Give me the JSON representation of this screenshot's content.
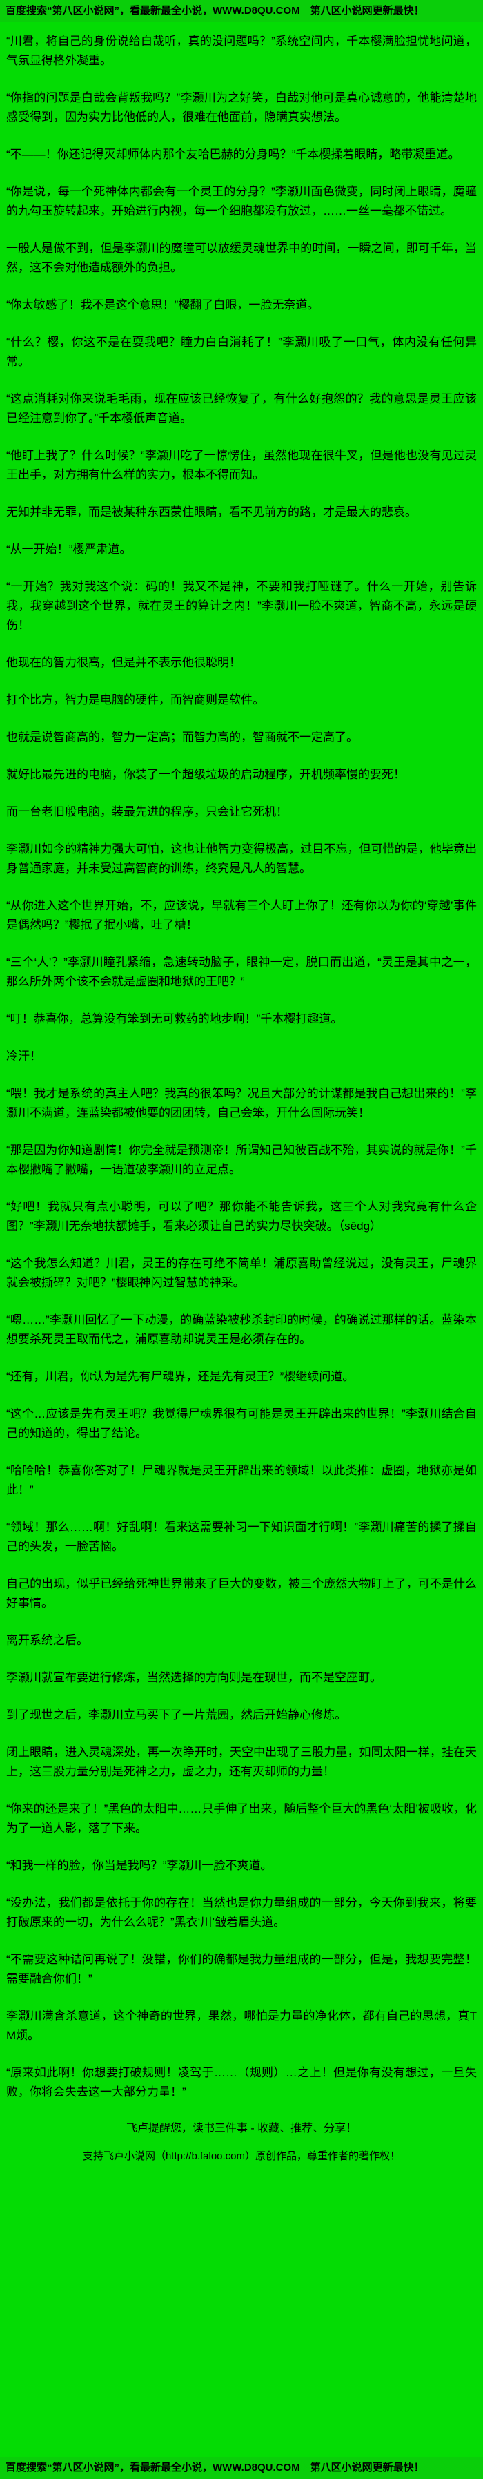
{
  "page": {
    "bg_color": "#04DC04",
    "band_color": "#0ACE0A",
    "text_color": "#000000"
  },
  "header": {
    "text": "百度搜索“第八区小说网”，看最新最全小说，WWW.D8QU.COM　第八区小说网更新最快！"
  },
  "footer": {
    "text": "百度搜索“第八区小说网”，看最新最全小说，WWW.D8QU.COM　第八区小说网更新最快！"
  },
  "notices": {
    "reminder": "飞卢提醒您，读书三件事 - 收藏、推荐、分享！",
    "support": "支持飞卢小说网（http://b.faloo.com）原创作品，尊重作者的著作权！"
  },
  "content": {
    "paragraphs": [
      "“川君，将自己的身份说给白哉听，真的没问题吗？”系统空间内，千本樱满脸担忧地问道，气氛显得格外凝重。",
      "“你指的问题是白哉会背叛我吗？”李灏川为之好笑，白哉对他可是真心诚意的，他能清楚地感受得到，因为实力比他低的人，很难在他面前，隐瞒真实想法。",
      "“不——！你还记得灭却师体内那个友哈巴赫的分身吗？”千本樱揉着眼睛，略带凝重道。",
      "“你是说，每一个死神体内都会有一个灵王的分身？”李灏川面色微变，同时闭上眼睛，魔瞳的九勾玉旋转起来，开始进行内视，每一个细胞都没有放过，……一丝一毫都不错过。",
      "一般人是做不到，但是李灏川的魔瞳可以放缓灵魂世界中的时间，一瞬之间，即可千年，当然，这不会对他造成额外的负担。",
      "“你太敏感了！我不是这个意思！”樱翻了白眼，一脸无奈道。",
      "“什么？樱，你这不是在耍我吧？瞳力白白消耗了！”李灏川吸了一口气，体内没有任何异常。",
      "“这点消耗对你来说毛毛雨，现在应该已经恢复了，有什么好抱怨的？我的意思是灵王应该已经注意到你了。”千本樱低声音道。",
      "“他盯上我了？什么时候？”李灏川吃了一惊愣住，虽然他现在很牛叉，但是他也没有见过灵王出手，对方拥有什么样的实力，根本不得而知。",
      "无知并非无罪，而是被某种东西蒙住眼睛，看不见前方的路，才是最大的悲哀。",
      "“从一开始！”樱严肃道。",
      "“一开始？我对我这个说：码的！我又不是神，不要和我打哑谜了。什么一开始，别告诉我，我穿越到这个世界，就在灵王的算计之内！”李灏川一脸不爽道，智商不高，永远是硬伤！",
      "他现在的智力很高，但是并不表示他很聪明！",
      "打个比方，智力是电脑的硬件，而智商则是软件。",
      "也就是说智商高的，智力一定高；而智力高的，智商就不一定高了。",
      "就好比最先进的电脑，你装了一个超级垃圾的启动程序，开机频率慢的要死！",
      "而一台老旧般电脑，装最先进的程序，只会让它死机！",
      "李灏川如今的精神力强大可怕，这也让他智力变得极高，过目不忘，但可惜的是，他毕竟出身普通家庭，并未受过高智商的训练，终究是凡人的智慧。",
      "“从你进入这个世界开始，不，应该说，早就有三个人盯上你了！还有你以为你的‘穿越’事件是偶然吗？”樱抿了抿小嘴，吐了槽！",
      "“三个‘人’？”李灏川瞳孔紧缩，急速转动脑子，眼神一定，脱口而出道，“灵王是其中之一，那么所外两个该不会就是虚圈和地狱的王吧？”",
      "“叮！恭喜你，总算没有笨到无可救药的地步啊！”千本樱打趣道。",
      "冷汗！",
      "“喂！我才是系统的真主人吧？我真的很笨吗？况且大部分的计谋都是我自己想出来的！”李灏川不满道，连蓝染都被他耍的团团转，自己会笨，开什么国际玩笑！",
      "“那是因为你知道剧情！你完全就是预测帝！所谓知己知彼百战不殆，其实说的就是你！”千本樱撇嘴了撇嘴，一语道破李灏川的立足点。",
      "“好吧！我就只有点小聪明，可以了吧？那你能不能告诉我，这三个人对我究竟有什么企图？”李灏川无奈地扶额摊手，看来必须让自己的实力尽快突破。（sēdg）",
      "“这个我怎么知道？川君，灵王的存在可绝不简单！浦原喜助曾经说过，没有灵王，尸魂界就会被撕碎？对吧？”樱眼神闪过智慧的神采。",
      "“嗯……”李灏川回忆了一下动漫，的确蓝染被秒杀封印的时候，的确说过那样的话。蓝染本想要杀死灵王取而代之，浦原喜助却说灵王是必须存在的。",
      "“还有，川君，你认为是先有尸魂界，还是先有灵王？”樱继续问道。",
      "“这个…应该是先有灵王吧？我觉得尸魂界很有可能是灵王开辟出来的世界！”李灏川结合自己的知道的，得出了结论。",
      "“哈哈哈！恭喜你答对了！尸魂界就是灵王开辟出来的领域！以此类推：虚圈，地狱亦是如此！”",
      "“领域！那么……啊！好乱啊！看来这需要补习一下知识面才行啊！”李灏川痛苦的揉了揉自己的头发，一脸苦恼。",
      "自己的出现，似乎已经给死神世界带来了巨大的变数，被三个庞然大物盯上了，可不是什么好事情。",
      "离开系统之后。",
      "李灏川就宣布要进行修炼，当然选择的方向则是在现世，而不是空座町。",
      "到了现世之后，李灏川立马买下了一片荒园，然后开始静心修炼。",
      "闭上眼睛，进入灵魂深处，再一次睁开时，天空中出现了三股力量，如同太阳一样，挂在天上，这三股力量分别是死神之力，虚之力，还有灭却师的力量！",
      "“你来的还是来了！”黑色的太阳中……只手伸了出来，随后整个巨大的黑色‘太阳’被吸收，化为了一道人影，落了下来。",
      "“和我一样的脸，你当是我吗？”李灏川一脸不爽道。",
      "“没办法，我们都是依托于你的存在！当然也是你力量组成的一部分，今天你到我来，将要打破原来的一切，为什么么呢？”黑衣‘川’皱着眉头道。",
      "“不需要这种诘问再说了！没错，你们的确都是我力量组成的一部分，但是，我想要完整！需要融合你们！”",
      "李灏川满含杀意道，这个神奇的世界，果然，哪怕是力量的净化体，都有自己的思想，真TM烦。",
      "“原来如此啊！你想要打破规则！凌驾于……（规则）…之上！但是你有没有想过，一旦失败，你将会失去这一大部分力量！”"
    ]
  }
}
